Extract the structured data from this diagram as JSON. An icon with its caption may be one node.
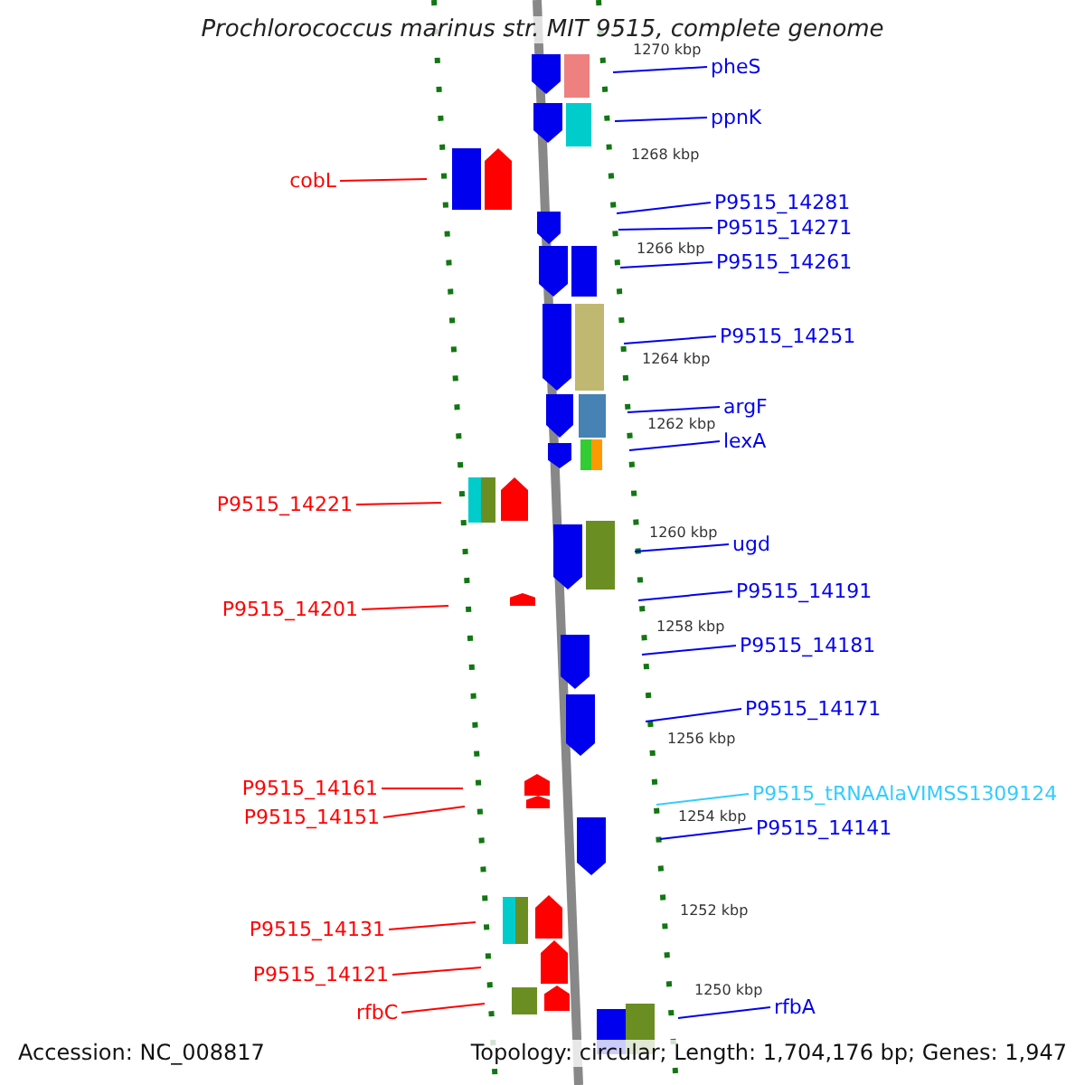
{
  "diagram": {
    "title": "Prochlorococcus marinus str. MIT 9515, complete genome",
    "nodes": [
      {
        "text": [
          "pheS"
        ]
      },
      {
        "text": [
          "ppnK"
        ]
      },
      {
        "text": [
          "cobL"
        ]
      },
      {
        "text": [
          "P9515_14281"
        ]
      },
      {
        "text": [
          "P9515_14271"
        ]
      },
      {
        "text": [
          "P9515_14261"
        ]
      },
      {
        "text": [
          "P9515_14251"
        ]
      },
      {
        "text": [
          "argF"
        ]
      },
      {
        "text": [
          "lexA"
        ]
      },
      {
        "text": [
          "P9515_14221"
        ]
      },
      {
        "text": [
          "ugd"
        ]
      },
      {
        "text": [
          "P9515_14201"
        ]
      },
      {
        "text": [
          "P9515_14191"
        ]
      },
      {
        "text": [
          "P9515_14181"
        ]
      },
      {
        "text": [
          "P9515_14171"
        ]
      },
      {
        "text": [
          "P9515_14161"
        ]
      },
      {
        "text": [
          "P9515_tRNAAlaVIMSS1309124"
        ]
      },
      {
        "text": [
          "P9515_14151"
        ]
      },
      {
        "text": [
          "P9515_14141"
        ]
      },
      {
        "text": [
          "P9515_14131"
        ]
      },
      {
        "text": [
          "P9515_14121"
        ]
      },
      {
        "text": [
          "rfbC"
        ]
      },
      {
        "text": [
          "rfbA"
        ]
      }
    ],
    "edges": [
      {
        "from": 0,
        "to": null,
        "arrow": "none"
      },
      {
        "from": 1,
        "to": null,
        "arrow": "none"
      },
      {
        "from": 2,
        "to": null,
        "arrow": "none",
        "color": "#ff0000"
      },
      {
        "from": 3,
        "to": null,
        "arrow": "none"
      },
      {
        "from": 4,
        "to": null,
        "arrow": "none"
      },
      {
        "from": 5,
        "to": null,
        "arrow": "none"
      },
      {
        "from": 6,
        "to": null,
        "arrow": "none"
      },
      {
        "from": 7,
        "to": null,
        "arrow": "none"
      },
      {
        "from": 8,
        "to": null,
        "arrow": "none"
      },
      {
        "from": 9,
        "to": null,
        "arrow": "none",
        "color": "#ff0000"
      },
      {
        "from": 10,
        "to": null,
        "arrow": "none"
      },
      {
        "from": 11,
        "to": null,
        "arrow": "none",
        "color": "#ff0000"
      },
      {
        "from": 12,
        "to": null,
        "arrow": "none"
      },
      {
        "from": 13,
        "to": null,
        "arrow": "none"
      },
      {
        "from": 14,
        "to": null,
        "arrow": "none"
      },
      {
        "from": 15,
        "to": null,
        "arrow": "none",
        "color": "#ff0000"
      },
      {
        "from": 16,
        "to": null,
        "arrow": "none",
        "color": "#33ccff"
      },
      {
        "from": 17,
        "to": null,
        "arrow": "none",
        "color": "#ff0000"
      },
      {
        "from": 18,
        "to": null,
        "arrow": "none"
      },
      {
        "from": 19,
        "to": null,
        "arrow": "none",
        "color": "#ff0000"
      },
      {
        "from": 20,
        "to": null,
        "arrow": "none",
        "color": "#ff0000"
      },
      {
        "from": 21,
        "to": null,
        "arrow": "none",
        "color": "#ff0000"
      },
      {
        "from": 22,
        "to": null,
        "arrow": "none"
      }
    ],
    "labels": [
      "1270 kbp",
      "1268 kbp",
      "1266 kbp",
      "1264 kbp",
      "1262 kbp",
      "1260 kbp",
      "1258 kbp",
      "1256 kbp",
      "1254 kbp",
      "1252 kbp",
      "1250 kbp",
      "Accession: NC_008817",
      "Topology: circular; Length: 1,704,176 bp; Genes: 1,947"
    ]
  }
}
